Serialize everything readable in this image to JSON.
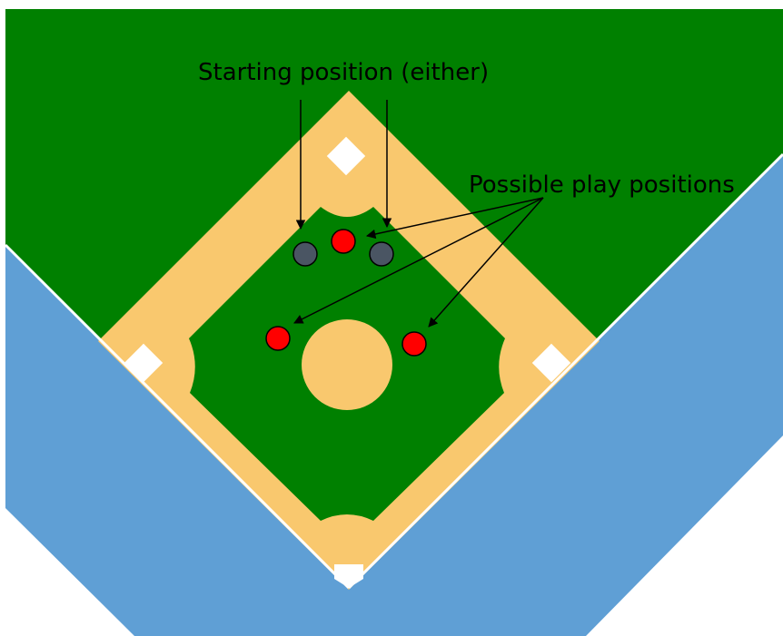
{
  "diagram": {
    "labels": {
      "starting": "Starting position (either)",
      "possible": "Possible play positions"
    },
    "markers": {
      "starting_positions": {
        "count": 2,
        "color": "#4a5563"
      },
      "play_positions": {
        "count": 3,
        "color": "#ff0000"
      }
    },
    "colors": {
      "outfield_grass": "#008000",
      "infield_dirt": "#f9c86e",
      "foul_territory": "#5f9fd5",
      "foul_line": "#ffffff",
      "base": "#ffffff",
      "background": "#ffffff"
    }
  }
}
